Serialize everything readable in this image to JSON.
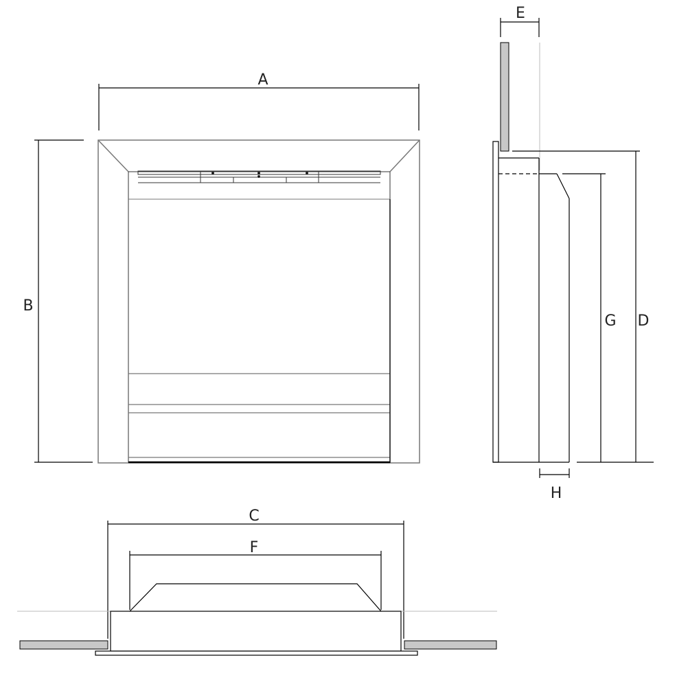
{
  "diagram": {
    "type": "technical dimension drawing",
    "views": {
      "front": {
        "label": "front-view"
      },
      "side": {
        "label": "side-view"
      },
      "plan": {
        "label": "plan-view"
      }
    },
    "dimension_labels": {
      "A": "A",
      "B": "B",
      "C": "C",
      "D": "D",
      "E": "E",
      "F": "F",
      "G": "G",
      "H": "H"
    },
    "colors": {
      "line": "#000000",
      "frame_line": "#555555",
      "fill_grey": "#c8c8c8",
      "guide_line": "#bbbbbb"
    }
  }
}
